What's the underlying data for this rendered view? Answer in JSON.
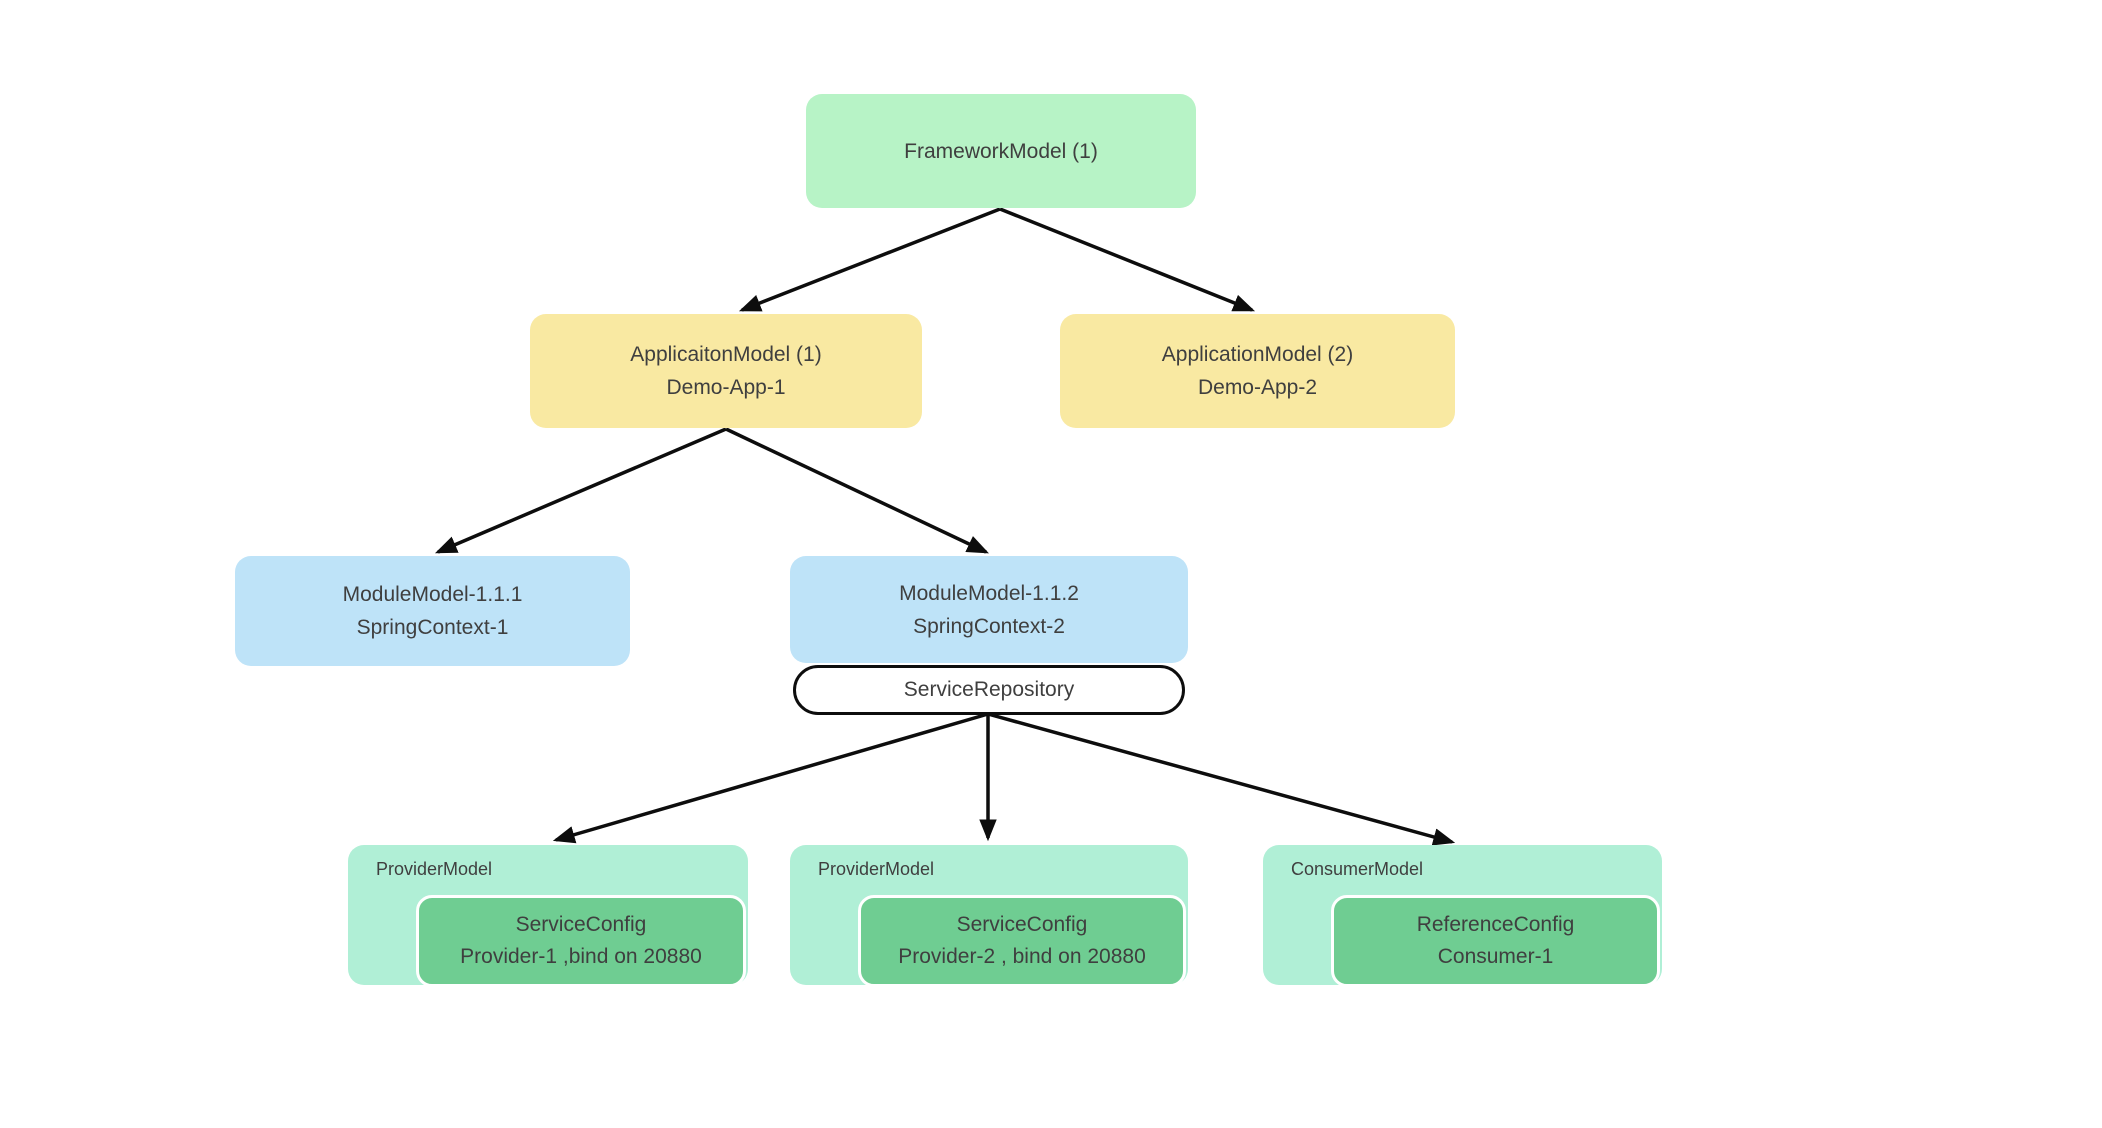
{
  "diagram": {
    "nodes": {
      "framework": {
        "title": "FrameworkModel (1)"
      },
      "app1": {
        "title": "ApplicaitonModel (1)",
        "subtitle": "Demo-App-1"
      },
      "app2": {
        "title": "ApplicationModel (2)",
        "subtitle": "Demo-App-2"
      },
      "module1": {
        "title": "ModuleModel-1.1.1",
        "subtitle": "SpringContext-1"
      },
      "module2": {
        "title": "ModuleModel-1.1.2",
        "subtitle": "SpringContext-2"
      },
      "service_repository": {
        "title": "ServiceRepository"
      },
      "provider1": {
        "label": "ProviderModel",
        "config": {
          "title": "ServiceConfig",
          "subtitle": "Provider-1 ,bind on 20880"
        }
      },
      "provider2": {
        "label": "ProviderModel",
        "config": {
          "title": "ServiceConfig",
          "subtitle": "Provider-2 , bind on 20880"
        }
      },
      "consumer1": {
        "label": "ConsumerModel",
        "config": {
          "title": "ReferenceConfig",
          "subtitle": "Consumer-1"
        }
      }
    },
    "edges": [
      {
        "from": "framework",
        "to": "app1"
      },
      {
        "from": "framework",
        "to": "app2"
      },
      {
        "from": "app1",
        "to": "module1"
      },
      {
        "from": "app1",
        "to": "module2"
      },
      {
        "from": "service_repository",
        "to": "provider1"
      },
      {
        "from": "service_repository",
        "to": "provider2"
      },
      {
        "from": "service_repository",
        "to": "consumer1"
      }
    ],
    "colors": {
      "framework_fill": "#b7f3c6",
      "application_fill": "#f9e9a2",
      "module_fill": "#bee3f8",
      "model_outer_fill": "#b0efd6",
      "config_fill": "#6fcd92",
      "config_border": "#ffffff",
      "repository_fill": "#ffffff",
      "repository_border": "#0d0d0d",
      "arrow": "#0d0d0d",
      "text": "#3f3f3f"
    }
  }
}
